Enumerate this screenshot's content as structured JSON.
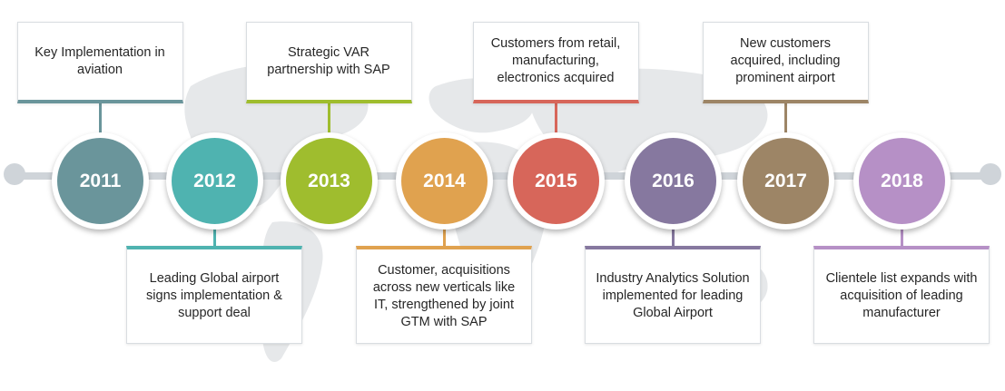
{
  "milestones": [
    {
      "year": "2011",
      "text": "Key Implementation in aviation",
      "color": "#6a959b"
    },
    {
      "year": "2012",
      "text": "Leading Global airport signs implementation & support deal",
      "color": "#4fb3b0"
    },
    {
      "year": "2013",
      "text": "Strategic VAR partnership with SAP",
      "color": "#9fbd2e"
    },
    {
      "year": "2014",
      "text": "Customer, acquisitions across new verticals like IT, strengthened by joint GTM with SAP",
      "color": "#e0a24f"
    },
    {
      "year": "2015",
      "text": "Customers from retail, manufacturing, electronics acquired",
      "color": "#d7665a"
    },
    {
      "year": "2016",
      "text": "Industry Analytics Solution implemented for leading Global Airport",
      "color": "#86789f"
    },
    {
      "year": "2017",
      "text": "New customers acquired, including prominent airport",
      "color": "#9d8566"
    },
    {
      "year": "2018",
      "text": "Clientele list expands with acquisition of leading manufacturer",
      "color": "#b690c6"
    }
  ]
}
